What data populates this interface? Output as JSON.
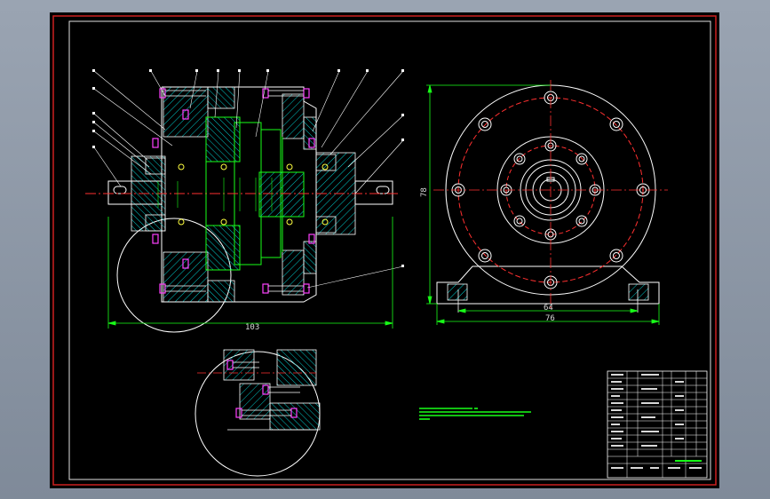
{
  "drawing": {
    "dimensions": {
      "overall_length": "103",
      "base_inner_width": "64",
      "base_outer_width": "76",
      "height": "78"
    },
    "colors": {
      "background": "#000000",
      "frame": "#cc2020",
      "outline": "#ffffff",
      "centerline": "#ff3030",
      "dimension": "#18ff18",
      "hatch": "#00c8c8",
      "bolt": "#ff40ff",
      "yellow": "#ffff40"
    }
  }
}
